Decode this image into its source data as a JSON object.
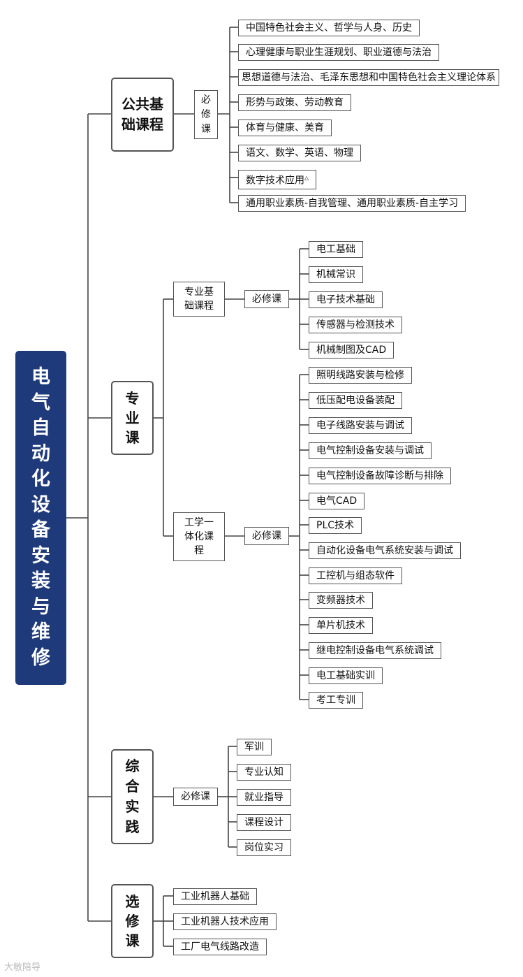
{
  "root": "电气自动化设备安装与维修",
  "categories": [
    {
      "label": "公共基础课程",
      "subs": [
        {
          "label": "必修课",
          "items": [
            "中国特色社会主义、哲学与人身、历史",
            "心理健康与职业生涯规划、职业道德与法治",
            "思想道德与法治、毛泽东思想和中国特色社会主义理论体系",
            "形势与政策、劳动教育",
            "体育与健康、美育",
            "语文、数学、英语、物理",
            "数字技术应用",
            "通用职业素质-自我管理、通用职业素质-自主学习"
          ]
        }
      ]
    },
    {
      "label": "专业课",
      "subs": [
        {
          "label": "专业基础课程",
          "inner": "必修课",
          "items": [
            "电工基础",
            "机械常识",
            "电子技术基础",
            "传感器与检测技术",
            "机械制图及CAD"
          ]
        },
        {
          "label": "工学一体化课程",
          "inner": "必修课",
          "items": [
            "照明线路安装与检修",
            "低压配电设备装配",
            "电子线路安装与调试",
            "电气控制设备安装与调试",
            "电气控制设备故障诊断与排除",
            "电气CAD",
            "PLC技术",
            "自动化设备电气系统安装与调试",
            "工控机与组态软件",
            "变频器技术",
            "单片机技术",
            "继电控制设备电气系统调试",
            "电工基础实训",
            "考工专训"
          ]
        }
      ]
    },
    {
      "label": "综合实践",
      "subs": [
        {
          "label": "必修课",
          "items": [
            "军训",
            "专业认知",
            "就业指导",
            "课程设计",
            "岗位实习"
          ]
        }
      ]
    },
    {
      "label": "选修课",
      "items": [
        "工业机器人基础",
        "工业机器人技术应用",
        "工厂电气线路改造"
      ]
    }
  ],
  "marks": {
    "digital_tech_marker": "△"
  },
  "watermark": "大敏陪导",
  "colors": {
    "root_bg": "#1e3a7b",
    "line": "#444444",
    "border": "#555555"
  }
}
